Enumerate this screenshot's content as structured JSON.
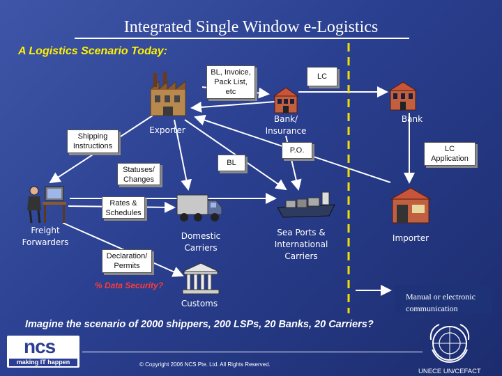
{
  "header": {
    "title": "Integrated Single Window e-Logistics",
    "subtitle": "A Logistics Scenario Today:"
  },
  "nodes": {
    "exporter": "Exporter",
    "bank_insurance": [
      "Bank/",
      "Insurance"
    ],
    "bank": "Bank",
    "freight_forwarders": [
      "Freight",
      "Forwarders"
    ],
    "domestic_carriers": [
      "Domestic",
      "Carriers"
    ],
    "sea_ports": [
      "Sea Ports &",
      "International",
      "Carriers"
    ],
    "importer": "Importer",
    "customs": "Customs"
  },
  "documents": {
    "bl_invoice": [
      "BL, Invoice,",
      "Pack List,",
      "etc"
    ],
    "lc_top": "LC",
    "shipping_instructions": [
      "Shipping",
      "Instructions"
    ],
    "po": "P.O.",
    "bl": "BL",
    "lc_application": [
      "LC",
      "Application"
    ],
    "statuses": [
      "Statuses/",
      "Changes"
    ],
    "rates": [
      "Rates &",
      "Schedules"
    ],
    "declaration": [
      "Declaration/",
      "Permits"
    ]
  },
  "security_note": "% Data Security?",
  "legend": [
    "Manual or electronic",
    "communication"
  ],
  "question": "Imagine the scenario of 2000 shippers, 200 LSPs, 20 Banks, 20 Carriers?",
  "footer": {
    "logo_name": "ncs",
    "logo_tagline": "making IT happen",
    "copyright": "© Copyright 2006 NCS Pte. Ltd. All Rights Reserved.",
    "org": "UNECE UN/CEFACT"
  },
  "colors": {
    "background": "#2a3f8f",
    "arrow": "#ffffff",
    "divider": "#f0e000",
    "security": "#ff3b3b",
    "subtitle": "#fff200"
  },
  "icons": [
    "factory-icon",
    "bank-building-icon",
    "person-computer-icon",
    "truck-icon",
    "ship-icon",
    "warehouse-icon",
    "customs-building-icon",
    "un-emblem-icon"
  ]
}
